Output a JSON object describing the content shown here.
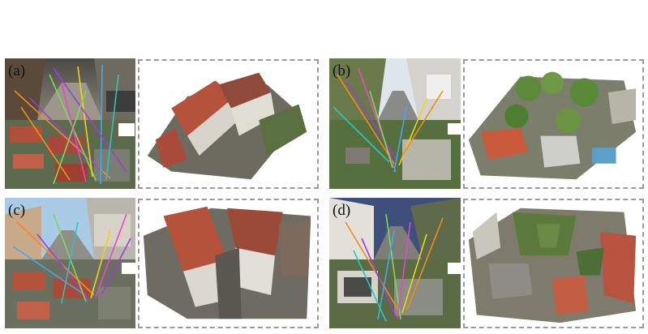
{
  "panels": [
    {
      "id": "a",
      "label": "(a)"
    },
    {
      "id": "b",
      "label": "(b)"
    },
    {
      "id": "c",
      "label": "(c)"
    },
    {
      "id": "d",
      "label": "(d)"
    }
  ],
  "colors": {
    "dashed_border": "#9a9a9a",
    "match_lines": [
      "#f28c1a",
      "#9b3fd1",
      "#7ed957",
      "#e64ac2",
      "#3fa9f5",
      "#f2d31a",
      "#2ec4b6"
    ]
  }
}
